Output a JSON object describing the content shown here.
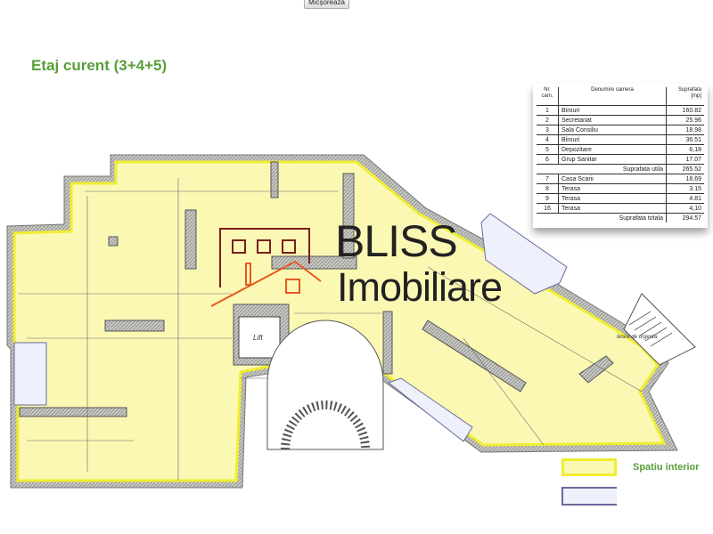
{
  "toolbar": {
    "shrink_button": "Micșorează"
  },
  "plan": {
    "title": "Etaj curent (3+4+5)",
    "lift_label": "Lift",
    "stair_label": "Iesire de urgenta",
    "colors": {
      "interior": "#fbf8b4",
      "interior_border": "#f0ee30",
      "exterior": "#eef0fb",
      "wall": "#9a9a9a",
      "title": "#5a9e3a"
    }
  },
  "logo": {
    "line1": "BLISS",
    "line2": "Imobiliare",
    "icon": "house-icon",
    "colors": {
      "dark": "#7a1e1e",
      "orange": "#e8571f"
    }
  },
  "table": {
    "headers": {
      "nr": "Nr. cam.",
      "name": "Denumire camera",
      "area": "Suprafata [mp]"
    },
    "rows": [
      {
        "nr": "1",
        "name": "Birouri",
        "area": "160.82"
      },
      {
        "nr": "2",
        "name": "Secretariat",
        "area": "25.96"
      },
      {
        "nr": "3",
        "name": "Sala Consiliu",
        "area": "18.98"
      },
      {
        "nr": "4",
        "name": "Birouri",
        "area": "36.51"
      },
      {
        "nr": "5",
        "name": "Depozitare",
        "area": "6,18"
      },
      {
        "nr": "6",
        "name": "Grup Sanitar",
        "area": "17.07"
      }
    ],
    "useful": {
      "label": "Suprafata utila",
      "value": "265.52"
    },
    "rows2": [
      {
        "nr": "7",
        "name": "Casa Scarii",
        "area": "18,69"
      },
      {
        "nr": "8",
        "name": "Terasa",
        "area": "3.15"
      },
      {
        "nr": "9",
        "name": "Terasa",
        "area": "4.81"
      },
      {
        "nr": "16",
        "name": "Terasa",
        "area": "4,10"
      }
    ],
    "total": {
      "label": "Suprafata totala",
      "value": "294.57"
    }
  },
  "legend": {
    "interior_label": "Spatiu interior"
  }
}
